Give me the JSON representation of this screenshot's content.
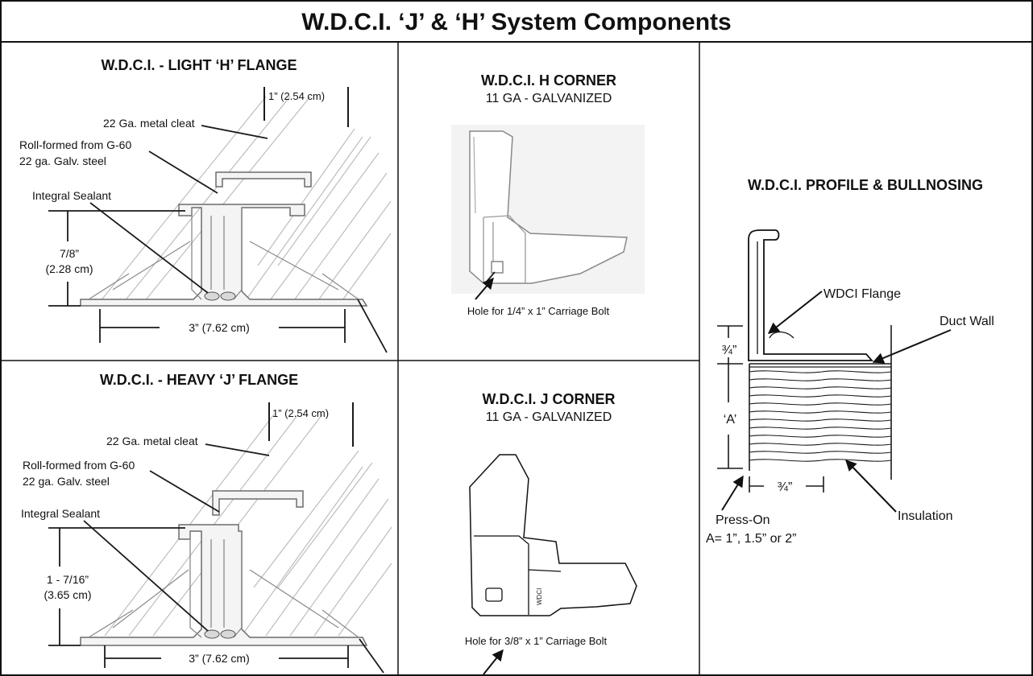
{
  "title": "W.D.C.I. ‘J’ & ‘H’ System Components",
  "light_h_flange": {
    "heading": "W.D.C.I. - LIGHT ‘H’ FLANGE",
    "dim_top": "1” (2.54 cm)",
    "cleat": "22 Ga. metal cleat",
    "rollformed_1": "Roll-formed from G-60",
    "rollformed_2": "22 ga. Galv. steel",
    "sealant": "Integral Sealant",
    "height_1": "7/8”",
    "height_2": "(2.28 cm)",
    "width": "3” (7.62 cm)"
  },
  "heavy_j_flange": {
    "heading": "W.D.C.I. - HEAVY ‘J’ FLANGE",
    "dim_top": "1” (2.54 cm)",
    "cleat": "22 Ga. metal cleat",
    "rollformed_1": "Roll-formed from G-60",
    "rollformed_2": "22 ga. Galv. steel",
    "sealant": "Integral Sealant",
    "height_1": "1 - 7/16”",
    "height_2": "(3.65 cm)",
    "width": "3” (7.62 cm)"
  },
  "h_corner": {
    "heading": "W.D.C.I. H CORNER",
    "sub": "11 GA - GALVANIZED",
    "hole": "Hole for 1/4” x 1” Carriage Bolt"
  },
  "j_corner": {
    "heading": "W.D.C.I. J CORNER",
    "sub": "11 GA - GALVANIZED",
    "hole": "Hole for 3/8” x 1” Carriage Bolt",
    "stamp": "WDCI"
  },
  "profile": {
    "heading": "W.D.C.I. PROFILE & BULLNOSING",
    "flange": "WDCI Flange",
    "duct_wall": "Duct Wall",
    "dim_three_quarter": "¾”",
    "dim_a": "‘A’",
    "dim_bottom": "¾”",
    "insulation": "Insulation",
    "press_on": "Press-On",
    "a_values": "A= 1”, 1.5” or 2”"
  }
}
